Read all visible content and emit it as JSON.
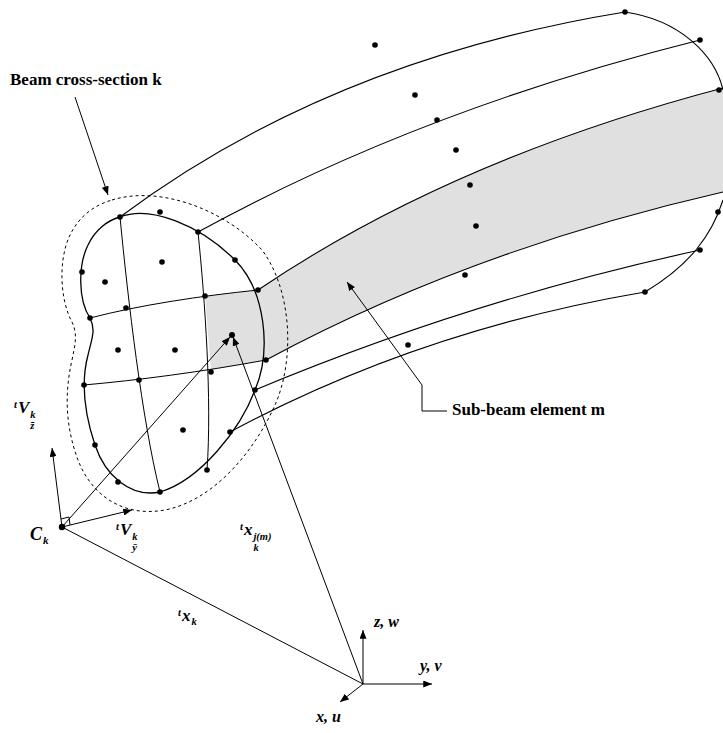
{
  "diagram": {
    "labels": [
      "Beam cross-section k",
      "Sub-beam element m",
      "Ck",
      "tVkz̄",
      "tVkȳ",
      "txk",
      "txj(m)k",
      "z, w",
      "y, v",
      "x, u"
    ]
  }
}
